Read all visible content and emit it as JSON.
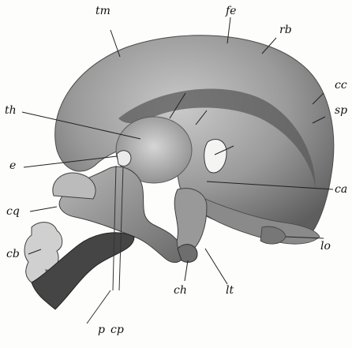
{
  "figure": {
    "labels": {
      "tm": "tm",
      "fe": "fe",
      "rb": "rb",
      "cc": "cc",
      "sp": "sp",
      "th": "th",
      "e": "e",
      "cq": "cq",
      "cb": "cb",
      "ca": "ca",
      "lo": "lo",
      "ch": "ch",
      "lt": "lt",
      "p": "p",
      "cp": "cp"
    }
  }
}
